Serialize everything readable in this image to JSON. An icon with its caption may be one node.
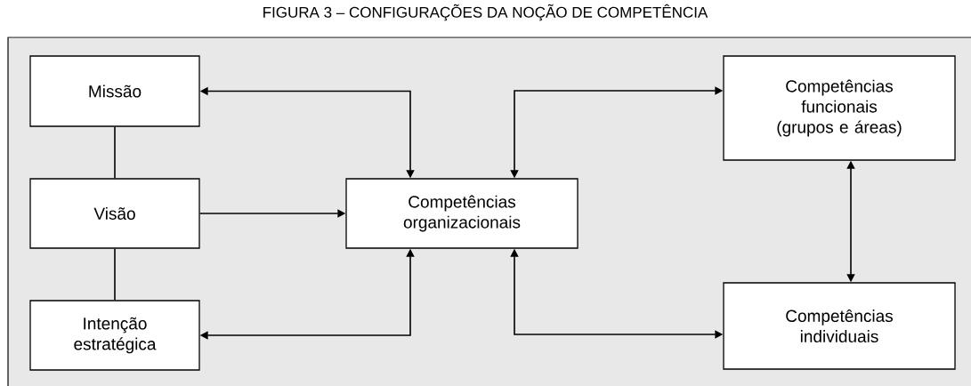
{
  "diagram": {
    "title": "FIGURA 3 – CONFIGURAÇÕES DA NOÇÃO DE COMPETÊNCIA",
    "nodes": [
      {
        "text": [
          "Missão"
        ]
      },
      {
        "text": [
          "Visão"
        ]
      },
      {
        "text": [
          "Intenção estratégica"
        ]
      },
      {
        "text": [
          "Competências organizacionais"
        ]
      },
      {
        "text": [
          "Competências funcionais (grupos e áreas)"
        ]
      },
      {
        "text": [
          "Competências individuais"
        ]
      }
    ],
    "edges": [
      {
        "from": 0,
        "to": 1,
        "arrow": "none"
      },
      {
        "from": 1,
        "to": 2,
        "arrow": "none"
      },
      {
        "from": 0,
        "to": 3,
        "arrow": "both"
      },
      {
        "from": 1,
        "to": 3,
        "arrow": "to"
      },
      {
        "from": 2,
        "to": 3,
        "arrow": "both"
      },
      {
        "from": 3,
        "to": 4,
        "arrow": "both"
      },
      {
        "from": 3,
        "to": 5,
        "arrow": "both"
      },
      {
        "from": 4,
        "to": 5,
        "arrow": "both"
      }
    ]
  }
}
